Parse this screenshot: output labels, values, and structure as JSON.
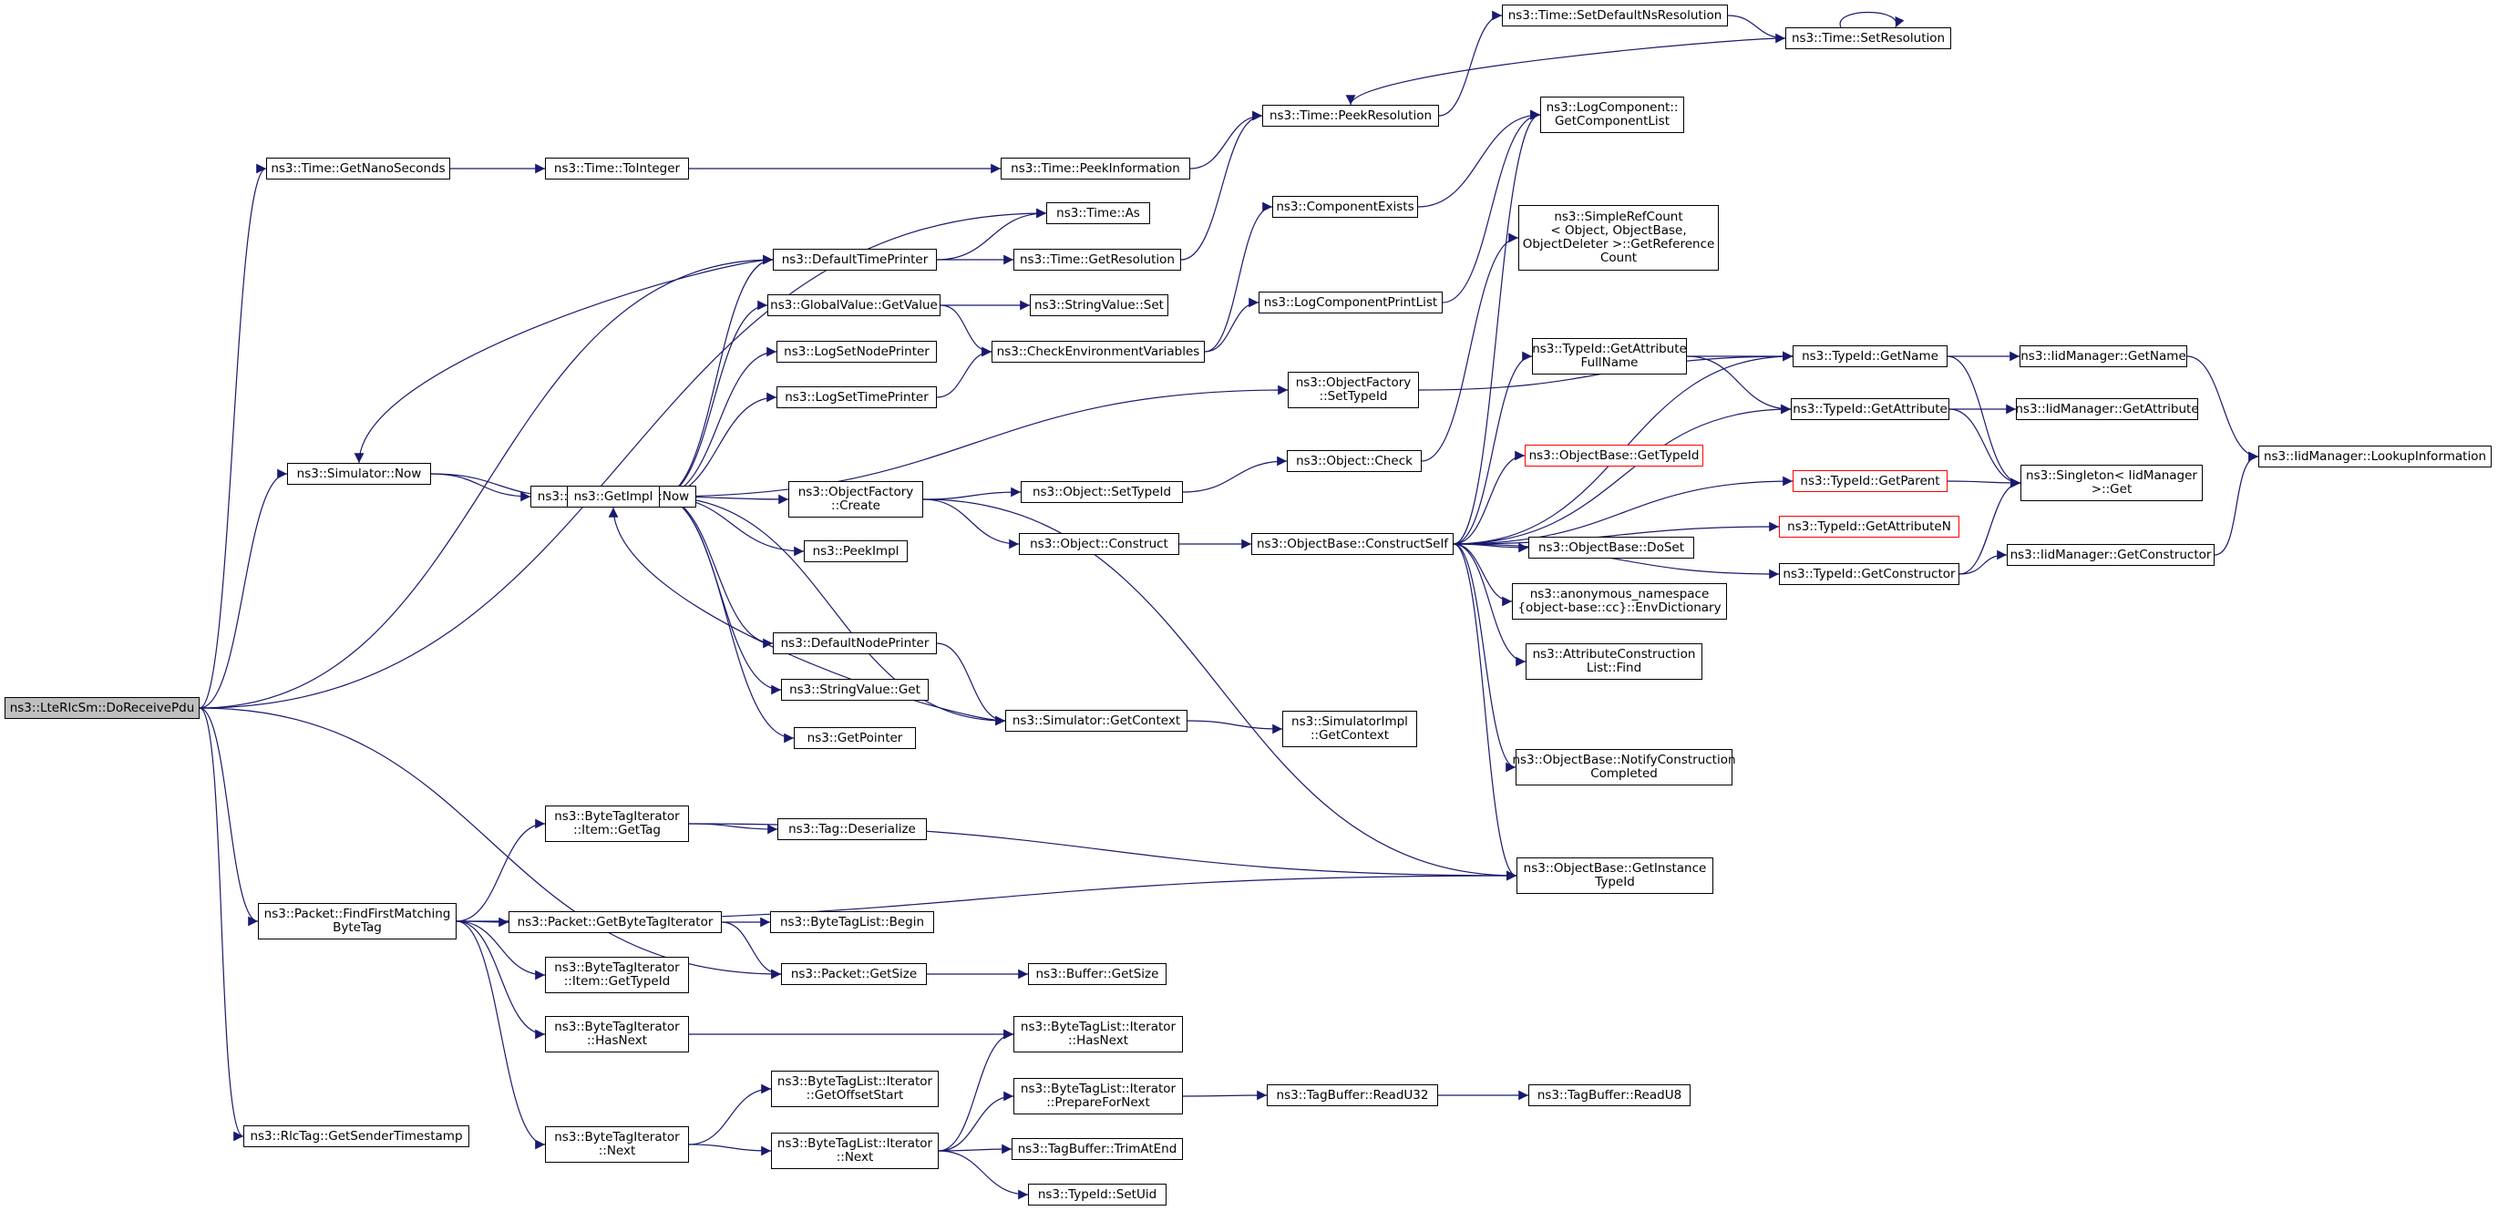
{
  "colors": {
    "edge": "#191970",
    "node_border": "#000000",
    "root_fill": "#bfbfbf",
    "truncated_border": "#ff0000"
  },
  "root": "ns3::LteRlcSm::DoReceivePdu",
  "nodes": {
    "root": "ns3::LteRlcSm::DoReceivePdu",
    "timeGetNano": "ns3::Time::GetNanoSeconds",
    "timeToInteger": "ns3::Time::ToInteger",
    "timePeekInfo": "ns3::Time::PeekInformation",
    "timePeekRes": "ns3::Time::PeekResolution",
    "timeSetDefRes": "ns3::Time::SetDefaultNsResolution",
    "timeSetRes": "ns3::Time::SetResolution",
    "timeAs": "ns3::Time::As",
    "defTimePrinter": "ns3::DefaultTimePrinter",
    "timeGetRes": "ns3::Time::GetResolution",
    "gvGetValue": "ns3::GlobalValue::GetValue",
    "svSet": "ns3::StringValue::Set",
    "logSetNode": "ns3::LogSetNodePrinter",
    "logSetTime": "ns3::LogSetTimePrinter",
    "checkEnv": "ns3::CheckEnvironmentVariables",
    "compExists": "ns3::ComponentExists",
    "logCompPrint": "ns3::LogComponentPrintList",
    "logGetList": "ns3::LogComponent::\nGetComponentList",
    "simNow": "ns3::Simulator::Now",
    "simImplNow": "ns3::SimulatorImpl::Now",
    "getImpl": "ns3::GetImpl",
    "ofSetTypeId": "ns3::ObjectFactory\n::SetTypeId",
    "ofCreate": "ns3::ObjectFactory\n::Create",
    "objSetTypeId": "ns3::Object::SetTypeId",
    "objCheck": "ns3::Object::Check",
    "objConstruct": "ns3::Object::Construct",
    "obConstructSelf": "ns3::ObjectBase::ConstructSelf",
    "peekImpl": "ns3::PeekImpl",
    "defNodePrinter": "ns3::DefaultNodePrinter",
    "svGet": "ns3::StringValue::Get",
    "getPointer": "ns3::GetPointer",
    "simGetContext": "ns3::Simulator::GetContext",
    "simImplGetContext": "ns3::SimulatorImpl\n::GetContext",
    "srcGetRef": "ns3::SimpleRefCount\n< Object, ObjectBase,\nObjectDeleter >::GetReference\nCount",
    "tidGetAttrFull": "ns3::TypeId::GetAttribute\nFullName",
    "tidGetName": "ns3::TypeId::GetName",
    "iidGetName": "ns3::IidManager::GetName",
    "tidGetAttr": "ns3::TypeId::GetAttribute",
    "iidGetAttr": "ns3::IidManager::GetAttribute",
    "iidLookup": "ns3::IidManager::LookupInformation",
    "obGetTypeId": "ns3::ObjectBase::GetTypeId",
    "tidGetParent": "ns3::TypeId::GetParent",
    "singletonGet": "ns3::Singleton< IidManager\n>::Get",
    "tidGetAttrN": "ns3::TypeId::GetAttributeN",
    "tidGetCtor": "ns3::TypeId::GetConstructor",
    "iidGetCtor": "ns3::IidManager::GetConstructor",
    "obDoSet": "ns3::ObjectBase::DoSet",
    "anonEnv": "ns3::anonymous_namespace\n{object-base::cc}::EnvDictionary",
    "attrConsFind": "ns3::AttributeConstruction\nList::Find",
    "obNotify": "ns3::ObjectBase::NotifyConstruction\nCompleted",
    "btiGetTag": "ns3::ByteTagIterator\n::Item::GetTag",
    "tagDeser": "ns3::Tag::Deserialize",
    "obGetInst": "ns3::ObjectBase::GetInstance\nTypeId",
    "pktFind": "ns3::Packet::FindFirstMatching\nByteTag",
    "pktGetBti": "ns3::Packet::GetByteTagIterator",
    "btlBegin": "ns3::ByteTagList::Begin",
    "btiItemTid": "ns3::ByteTagIterator\n::Item::GetTypeId",
    "pktGetSize": "ns3::Packet::GetSize",
    "bufGetSize": "ns3::Buffer::GetSize",
    "btiHasNext": "ns3::ByteTagIterator\n::HasNext",
    "btlItHasNext": "ns3::ByteTagList::Iterator\n::HasNext",
    "btlItOffset": "ns3::ByteTagList::Iterator\n::GetOffsetStart",
    "btlItPrep": "ns3::ByteTagList::Iterator\n::PrepareForNext",
    "tbReadU32": "ns3::TagBuffer::ReadU32",
    "tbReadU8": "ns3::TagBuffer::ReadU8",
    "rlcGetTs": "ns3::RlcTag::GetSenderTimestamp",
    "btiNext": "ns3::ByteTagIterator\n::Next",
    "btlItNext": "ns3::ByteTagList::Iterator\n::Next",
    "tbTrim": "ns3::TagBuffer::TrimAtEnd",
    "tidSetUid": "ns3::TypeId::SetUid"
  },
  "edges": [
    [
      "root",
      "timeGetNano"
    ],
    [
      "root",
      "timeAs"
    ],
    [
      "root",
      "defTimePrinter"
    ],
    [
      "root",
      "simNow"
    ],
    [
      "root",
      "pktFind"
    ],
    [
      "root",
      "pktGetSize"
    ],
    [
      "root",
      "rlcGetTs"
    ],
    [
      "timeGetNano",
      "timeToInteger"
    ],
    [
      "timeToInteger",
      "timePeekInfo"
    ],
    [
      "timePeekInfo",
      "timePeekRes"
    ],
    [
      "timePeekRes",
      "timeSetDefRes"
    ],
    [
      "timeSetDefRes",
      "timeSetRes"
    ],
    [
      "timeSetRes",
      "timeSetRes"
    ],
    [
      "timeSetRes",
      "timePeekRes"
    ],
    [
      "defTimePrinter",
      "timeAs"
    ],
    [
      "defTimePrinter",
      "timeGetRes"
    ],
    [
      "defTimePrinter",
      "simNow"
    ],
    [
      "timeGetRes",
      "timePeekRes"
    ],
    [
      "simNow",
      "simImplNow"
    ],
    [
      "simNow",
      "getImpl"
    ],
    [
      "getImpl",
      "defTimePrinter"
    ],
    [
      "getImpl",
      "gvGetValue"
    ],
    [
      "getImpl",
      "logSetNode"
    ],
    [
      "getImpl",
      "logSetTime"
    ],
    [
      "getImpl",
      "ofSetTypeId"
    ],
    [
      "getImpl",
      "ofCreate"
    ],
    [
      "getImpl",
      "peekImpl"
    ],
    [
      "getImpl",
      "defNodePrinter"
    ],
    [
      "getImpl",
      "svGet"
    ],
    [
      "getImpl",
      "getPointer"
    ],
    [
      "getImpl",
      "simGetContext"
    ],
    [
      "gvGetValue",
      "svSet"
    ],
    [
      "gvGetValue",
      "checkEnv"
    ],
    [
      "logSetTime",
      "checkEnv"
    ],
    [
      "checkEnv",
      "compExists"
    ],
    [
      "checkEnv",
      "logCompPrint"
    ],
    [
      "compExists",
      "logGetList"
    ],
    [
      "logCompPrint",
      "logGetList"
    ],
    [
      "ofSetTypeId",
      "tidGetName"
    ],
    [
      "ofCreate",
      "objSetTypeId"
    ],
    [
      "ofCreate",
      "objConstruct"
    ],
    [
      "ofCreate",
      "obGetInst"
    ],
    [
      "objSetTypeId",
      "objCheck"
    ],
    [
      "objCheck",
      "srcGetRef"
    ],
    [
      "objConstruct",
      "obConstructSelf"
    ],
    [
      "defNodePrinter",
      "simGetContext"
    ],
    [
      "simGetContext",
      "getImpl"
    ],
    [
      "simGetContext",
      "simImplGetContext"
    ],
    [
      "obConstructSelf",
      "logGetList"
    ],
    [
      "obConstructSelf",
      "tidGetName"
    ],
    [
      "obConstructSelf",
      "tidGetAttrFull"
    ],
    [
      "obConstructSelf",
      "tidGetAttr"
    ],
    [
      "obConstructSelf",
      "obGetTypeId"
    ],
    [
      "obConstructSelf",
      "tidGetParent"
    ],
    [
      "obConstructSelf",
      "obDoSet"
    ],
    [
      "obConstructSelf",
      "anonEnv"
    ],
    [
      "obConstructSelf",
      "attrConsFind"
    ],
    [
      "obConstructSelf",
      "tidGetAttrN"
    ],
    [
      "obConstructSelf",
      "obNotify"
    ],
    [
      "obConstructSelf",
      "obGetInst"
    ],
    [
      "obConstructSelf",
      "tidGetCtor"
    ],
    [
      "tidGetAttrFull",
      "tidGetName"
    ],
    [
      "tidGetAttrFull",
      "tidGetAttr"
    ],
    [
      "tidGetName",
      "iidGetName"
    ],
    [
      "tidGetName",
      "singletonGet"
    ],
    [
      "iidGetName",
      "iidLookup"
    ],
    [
      "tidGetAttr",
      "iidGetAttr"
    ],
    [
      "tidGetAttr",
      "singletonGet"
    ],
    [
      "tidGetParent",
      "singletonGet"
    ],
    [
      "tidGetCtor",
      "singletonGet"
    ],
    [
      "tidGetCtor",
      "iidGetCtor"
    ],
    [
      "iidGetCtor",
      "iidLookup"
    ],
    [
      "pktFind",
      "btiGetTag"
    ],
    [
      "pktFind",
      "obGetInst"
    ],
    [
      "pktFind",
      "pktGetBti"
    ],
    [
      "pktFind",
      "btiItemTid"
    ],
    [
      "pktFind",
      "btiHasNext"
    ],
    [
      "pktFind",
      "btiNext"
    ],
    [
      "btiGetTag",
      "tagDeser"
    ],
    [
      "btiGetTag",
      "obGetInst"
    ],
    [
      "pktGetBti",
      "btlBegin"
    ],
    [
      "pktGetBti",
      "pktGetSize"
    ],
    [
      "pktGetSize",
      "bufGetSize"
    ],
    [
      "btiHasNext",
      "btlItHasNext"
    ],
    [
      "btiNext",
      "btlItOffset"
    ],
    [
      "btiNext",
      "btlItNext"
    ],
    [
      "btlItNext",
      "btlItHasNext"
    ],
    [
      "btlItNext",
      "btlItPrep"
    ],
    [
      "btlItNext",
      "tbTrim"
    ],
    [
      "btlItNext",
      "tidSetUid"
    ],
    [
      "btlItPrep",
      "tbReadU32"
    ],
    [
      "tbReadU32",
      "tbReadU8"
    ]
  ]
}
